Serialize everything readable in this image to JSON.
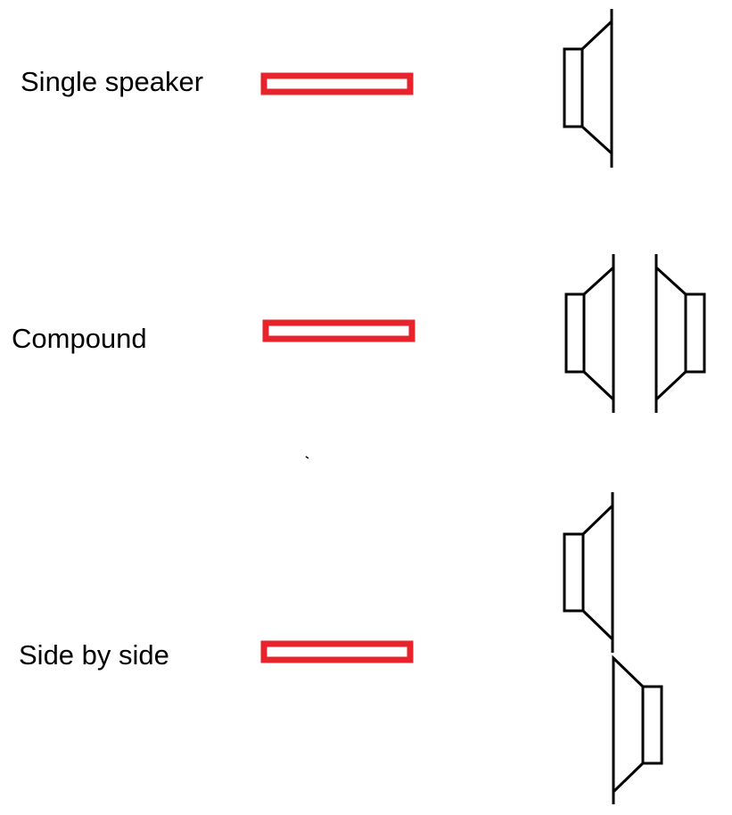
{
  "rows": [
    {
      "label": "Single speaker"
    },
    {
      "label": "Compound"
    },
    {
      "label": "Side by side"
    }
  ],
  "colors": {
    "driver_bar": "#e8232b",
    "speaker_stroke": "#000000",
    "background": "#ffffff"
  },
  "icons": {
    "driver_bar": "red-rectangle-bar-icon",
    "speaker": "loudspeaker-icon"
  }
}
